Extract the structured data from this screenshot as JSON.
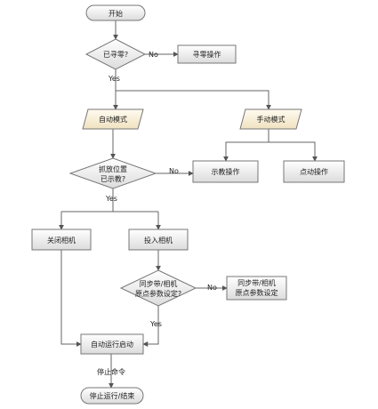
{
  "nodes": {
    "start": "开始",
    "zero_check": "已寻零?",
    "zero_op": "寻零操作",
    "auto_mode": "自动模式",
    "manual_mode": "手动模式",
    "pos_check_1": "抓放位置",
    "pos_check_2": "已示教?",
    "teach_op": "示教操作",
    "jog_op": "点动操作",
    "close_camera": "关闭相机",
    "open_camera": "投入相机",
    "sync_check_1": "同步带/相机",
    "sync_check_2": "原点参数设定?",
    "sync_op_1": "同步带/相机",
    "sync_op_2": "原点参数设定",
    "auto_run": "自动运行启动",
    "stop_run": "停止运行/结束"
  },
  "edges": {
    "no_1": "No",
    "yes_1": "Yes",
    "no_2": "No",
    "yes_2": "Yes",
    "no_3": "No",
    "yes_3": "Yes",
    "stop_cmd": "停止命令"
  }
}
